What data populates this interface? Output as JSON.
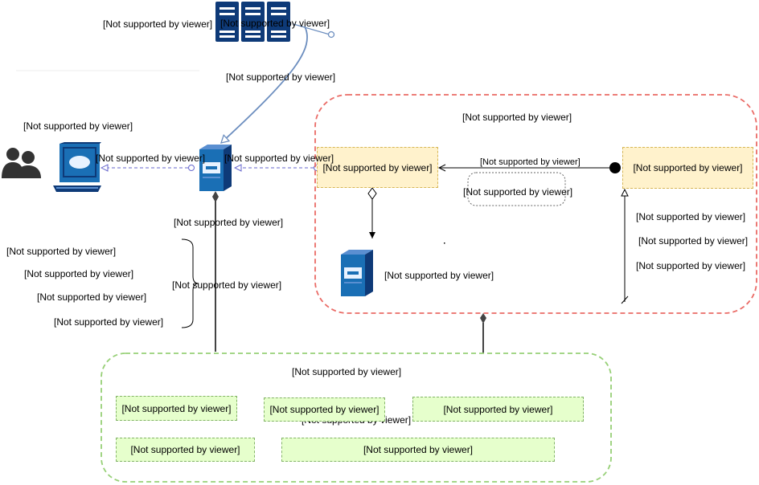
{
  "diagram": {
    "placeholder": "[Not supported by viewer]",
    "labels": {
      "top_left": "[Not supported by viewer]",
      "server_stack": "[Not supported by viewer]",
      "link_top": "[Not supported by viewer]",
      "users": "[Not supported by viewer]",
      "terminal_link": "[Not supported by viewer]",
      "server_link": "[Not supported by viewer]",
      "under_server": "[Not supported by viewer]",
      "list1": "[Not supported by viewer]",
      "list2": "[Not supported by viewer]",
      "list3": "[Not supported by viewer]",
      "list4": "[Not supported by viewer]",
      "brace": "[Not supported by viewer]",
      "red_group": "[Not supported by viewer]",
      "arrow_label": "[Not supported by viewer]",
      "dotted_box": "[Not supported by viewer]",
      "inner_server": "[Not supported by viewer]",
      "right1": "[Not supported by viewer]",
      "right2": "[Not supported by viewer]",
      "right3": "[Not supported by viewer]",
      "green_group": "[Not supported by viewer]",
      "green_overlap": "[Not supported by viewer]"
    },
    "boxes": {
      "yellow_left": "[Not supported by viewer]",
      "yellow_right": "[Not supported by viewer]",
      "green1": "[Not supported by viewer]",
      "green2": "[Not supported by viewer]",
      "green3": "[Not supported by viewer]",
      "green4": "[Not supported by viewer]",
      "green5": "[Not supported by viewer]"
    },
    "colors": {
      "server_dark": "#0e3a78",
      "server_blue": "#1a6fb5",
      "link_blue": "#6c8ebf",
      "dashed_purple": "#6666cc",
      "red_dash": "#ea6b66",
      "green_dash": "#97d077",
      "yellow_fill": "#fff2cc",
      "green_fill": "#e6ffcc"
    }
  }
}
